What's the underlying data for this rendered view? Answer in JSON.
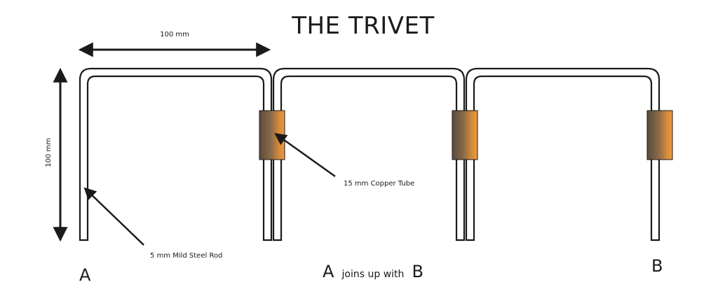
{
  "title": "THE TRIVET",
  "dimension_horizontal": "100 mm",
  "dimension_vertical": "100 mm",
  "label_rod": "5 mm Mild Steel Rod",
  "label_tube": "15 mm Copper Tube",
  "end_label_a": "A",
  "end_label_b": "B",
  "join_note": {
    "start": "A",
    "middle": "joins up with",
    "end": "B"
  },
  "colors": {
    "line": "#1a1a1a",
    "copper_light": "#e8953c",
    "copper_dark": "#5a4a3c"
  }
}
